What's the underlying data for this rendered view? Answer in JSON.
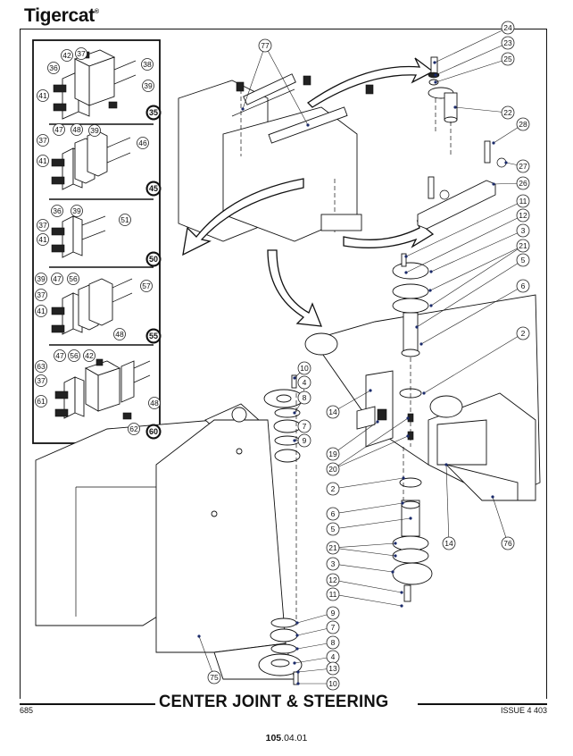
{
  "header": {
    "brand": "Tigercat",
    "brand_mark": "®"
  },
  "footer": {
    "title": "CENTER JOINT & STEERING",
    "model": "685",
    "issue": "ISSUE 4 403",
    "doc_number_bold": "105",
    "doc_number_rest": ".04.01"
  },
  "inset": {
    "variants": [
      {
        "label": "35",
        "callouts": [
          "36",
          "42",
          "37",
          "41",
          "38",
          "39"
        ]
      },
      {
        "label": "45",
        "callouts": [
          "37",
          "47",
          "48",
          "39",
          "46",
          "41"
        ]
      },
      {
        "label": "50",
        "callouts": [
          "36",
          "39",
          "37",
          "41",
          "51"
        ]
      },
      {
        "label": "55",
        "callouts": [
          "39",
          "47",
          "56",
          "37",
          "41",
          "57",
          "48"
        ]
      },
      {
        "label": "60",
        "callouts": [
          "47",
          "56",
          "42",
          "63",
          "37",
          "61",
          "48",
          "62"
        ]
      }
    ]
  },
  "callouts": {
    "c77": "77",
    "c24": "24",
    "c23": "23",
    "c25": "25",
    "c22": "22",
    "c28": "28",
    "c27": "27",
    "c26": "26",
    "c11a": "11",
    "c12a": "12",
    "c3a": "3",
    "c21a": "21",
    "c5a": "5",
    "c6a": "6",
    "c2a": "2",
    "c10a": "10",
    "c4a": "4",
    "c8a": "8",
    "c14a": "14",
    "c7a": "7",
    "c9a": "9",
    "c19": "19",
    "c20": "20",
    "c2b": "2",
    "c6b": "6",
    "c5b": "5",
    "c21b": "21",
    "c3b": "3",
    "c12b": "12",
    "c11b": "11",
    "c14b": "14",
    "c76": "76",
    "c9b": "9",
    "c7b": "7",
    "c8b": "8",
    "c4b": "4",
    "c13": "13",
    "c10b": "10",
    "c75": "75"
  }
}
